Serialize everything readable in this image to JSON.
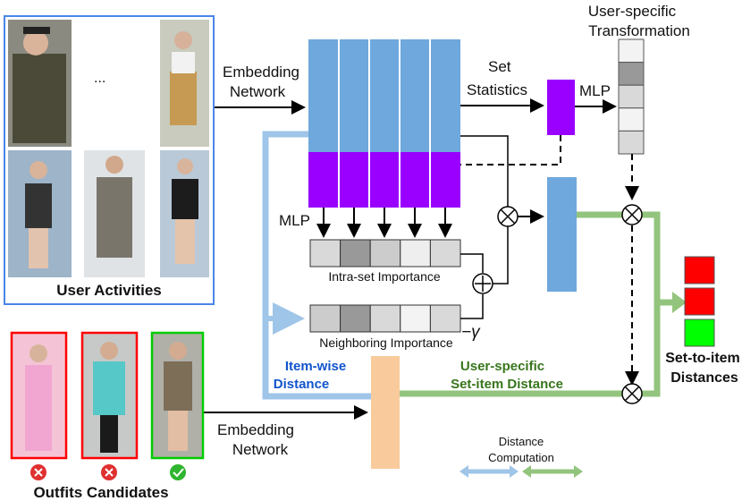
{
  "user_activities": {
    "title": "User Activities",
    "ellipsis": "..."
  },
  "embedding_top": {
    "line1": "Embedding",
    "line2": "Network"
  },
  "embedding_bottom": {
    "line1": "Embedding",
    "line2": "Network"
  },
  "set_statistics": {
    "line1": "Set",
    "line2": "Statistics"
  },
  "mlp_right": "MLP",
  "mlp_left": "MLP",
  "user_transform": {
    "line1": "User-specific",
    "line2": "Transformation"
  },
  "intra_set": "Intra-set Importance",
  "neighboring": "Neighboring Importance",
  "gamma": "−γ",
  "item_wise": {
    "line1": "Item-wise",
    "line2": "Distance"
  },
  "user_set_item": {
    "line1": "User-specific",
    "line2": "Set-item Distance"
  },
  "set_to_item": {
    "line1": "Set-to-item",
    "line2": "Distances"
  },
  "distance_computation": {
    "line1": "Distance",
    "line2": "Computation"
  },
  "outfits": "Outfits Candidates",
  "colors": {
    "blue_feature": "#6fa8dc",
    "purple_feature": "#9900ff",
    "light_blue_path": "#9fc5e8",
    "green_path": "#93c47d",
    "peach": "#f9cb9c",
    "red": "#ff0000",
    "green": "#00ff00",
    "item_wise_text": "#1155cc",
    "user_set_text": "#38761d"
  },
  "intra_cells": [
    "#d9d9d9",
    "#999999",
    "#cccccc",
    "#eeeeee",
    "#d9d9d9"
  ],
  "neigh_cells": [
    "#cccccc",
    "#999999",
    "#d9d9d9",
    "#f3f3f3",
    "#d9d9d9"
  ],
  "transform_cells": [
    "#f3f3f3",
    "#999999",
    "#d9d9d9",
    "#f3f3f3",
    "#d9d9d9"
  ]
}
